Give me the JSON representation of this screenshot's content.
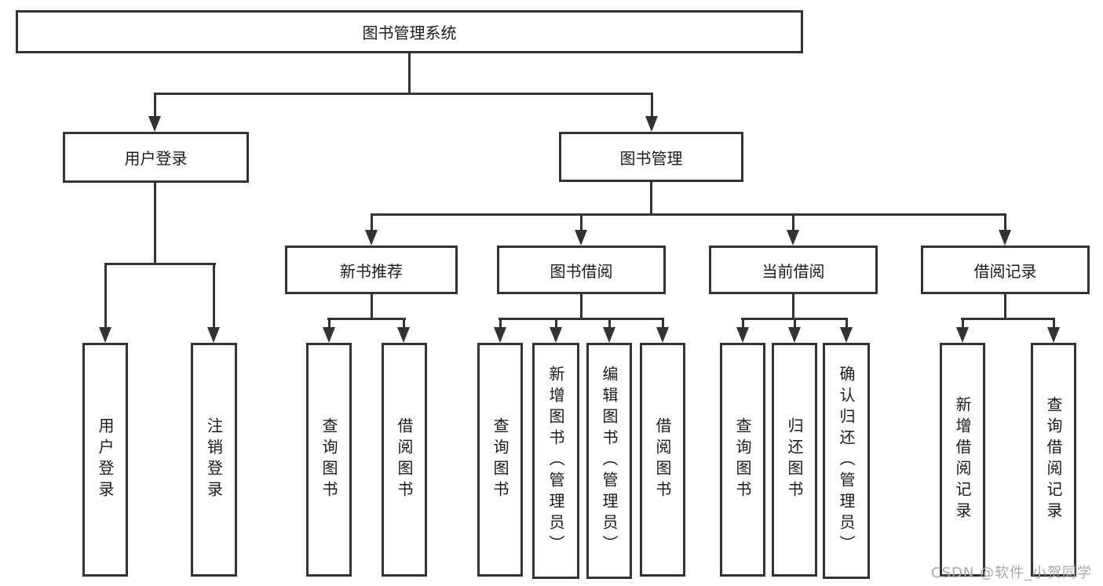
{
  "diagram": {
    "root": {
      "label": "图书管理系统"
    },
    "branches": [
      {
        "label": "用户登录",
        "children": [
          {
            "label": "用户登录"
          },
          {
            "label": "注销登录"
          }
        ]
      },
      {
        "label": "图书管理",
        "children": [
          {
            "label": "新书推荐",
            "children": [
              {
                "label": "查询图书"
              },
              {
                "label": "借阅图书"
              }
            ]
          },
          {
            "label": "图书借阅",
            "children": [
              {
                "label": "查询图书"
              },
              {
                "label": "新增图书（管理员）"
              },
              {
                "label": "编辑图书（管理员）"
              },
              {
                "label": "借阅图书"
              }
            ]
          },
          {
            "label": "当前借阅",
            "children": [
              {
                "label": "查询图书"
              },
              {
                "label": "归还图书"
              },
              {
                "label": "确认归还（管理员）"
              }
            ]
          },
          {
            "label": "借阅记录",
            "children": [
              {
                "label": "新增借阅记录"
              },
              {
                "label": "查询借阅记录"
              }
            ]
          }
        ]
      }
    ]
  },
  "watermark": {
    "text": "CSDN @软件_小贺同学"
  },
  "colors": {
    "line": "#333333",
    "text": "#1a1a1a",
    "background": "#ffffff",
    "watermark": "#a8a8a8"
  }
}
